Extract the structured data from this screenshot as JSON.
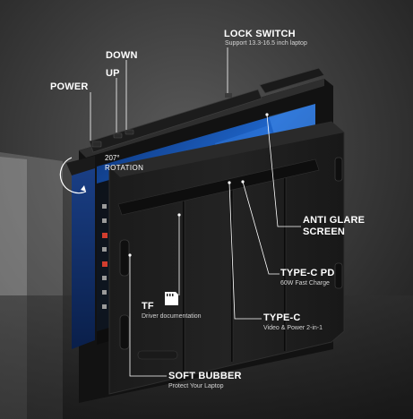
{
  "labels": {
    "lock_switch": {
      "title": "LOCK SWITCH",
      "sub": "Support 13.3-16.5 inch laptop"
    },
    "down": {
      "title": "DOWN"
    },
    "up": {
      "title": "UP"
    },
    "power": {
      "title": "POWER"
    },
    "rotation": {
      "title": "207°",
      "sub": "ROTATION"
    },
    "anti_glare": {
      "title": "ANTI GLARE",
      "sub": "SCREEN"
    },
    "type_c_pd": {
      "title": "TYPE-C PD",
      "sub": "60W Fast Charge"
    },
    "tf": {
      "title": "TF",
      "sub": "Driver documentation"
    },
    "type_c": {
      "title": "TYPE-C",
      "sub": "Video & Power 2-in-1"
    },
    "soft_bubber": {
      "title": "SOFT BUBBER",
      "sub": "Protect Your Laptop"
    }
  },
  "colors": {
    "background_dark": "#2c2c2c",
    "device_body": "#151515",
    "screen_blue": "#1e5fb8",
    "label_text": "#ffffff"
  },
  "icons": [
    "sd-card-icon"
  ]
}
